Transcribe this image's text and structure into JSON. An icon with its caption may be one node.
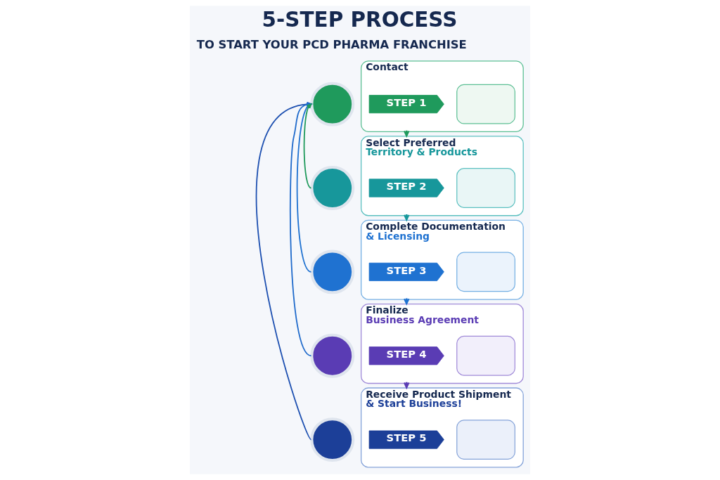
{
  "diagram": {
    "title": "5-STEP PROCESS",
    "nodes": [
      {
        "text": [],
        "shape": "circle"
      },
      {
        "text": [
          "Contact"
        ]
      },
      {
        "text": [
          "STEP 1"
        ],
        "in": 1
      },
      {
        "text": [],
        "shape": "box",
        "in": 1
      },
      {
        "text": [],
        "shape": "circle"
      },
      {
        "text": [
          "Select Preferred",
          "Territory & Products"
        ]
      },
      {
        "text": [
          "STEP 2"
        ],
        "in": 5
      },
      {
        "text": [],
        "shape": "box",
        "in": 5
      },
      {
        "text": [],
        "shape": "circle"
      },
      {
        "text": [
          "Complete Documentation",
          "& Licensing"
        ]
      },
      {
        "text": [
          "STEP 3"
        ],
        "in": 9
      },
      {
        "text": [],
        "shape": "box",
        "in": 9
      },
      {
        "text": [],
        "shape": "circle"
      },
      {
        "text": [
          "Finalize",
          "Business Agreement"
        ]
      },
      {
        "text": [
          "STEP 4"
        ],
        "in": 13
      },
      {
        "text": [],
        "shape": "box",
        "in": 13
      },
      {
        "text": [],
        "shape": "circle"
      },
      {
        "text": [
          "Receive Product Shipment",
          "& Start Business!"
        ]
      },
      {
        "text": [
          "STEP 5"
        ],
        "in": 17
      },
      {
        "text": [],
        "shape": "box",
        "in": 17
      }
    ],
    "edges": [
      {
        "from": 4,
        "to": 0,
        "arrow": "to",
        "color": "#1f9a5c"
      },
      {
        "from": 8,
        "to": 0,
        "arrow": "to",
        "color": "#1f72d1"
      },
      {
        "from": 12,
        "to": 0,
        "arrow": "to",
        "color": "#1f6acb"
      },
      {
        "from": 16,
        "to": 0,
        "arrow": "to",
        "color": "#1c4fb0"
      },
      {
        "from": 1,
        "to": 5,
        "arrow": "to",
        "color": "#1f9a5c"
      },
      {
        "from": 5,
        "to": 9,
        "arrow": "to",
        "color": "#17979b"
      },
      {
        "from": 9,
        "to": 13,
        "arrow": "to",
        "color": "#1f72d1"
      },
      {
        "from": 13,
        "to": 17,
        "arrow": "to",
        "color": "#5a3cb4"
      }
    ],
    "labels": [
      "TO START YOUR PCD PHARMA FRANCHISE"
    ]
  }
}
